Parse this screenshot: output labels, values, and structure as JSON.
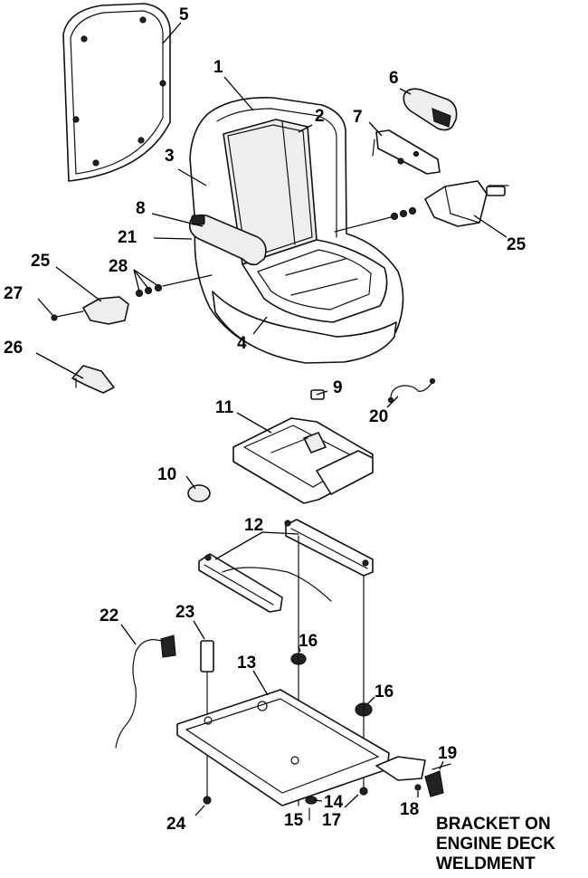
{
  "callouts": {
    "c1": "1",
    "c2": "2",
    "c3": "3",
    "c4": "4",
    "c5": "5",
    "c6": "6",
    "c7": "7",
    "c8": "8",
    "c9": "9",
    "c10": "10",
    "c11": "11",
    "c12": "12",
    "c13": "13",
    "c14": "14",
    "c15": "15",
    "c16a": "16",
    "c16b": "16",
    "c17": "17",
    "c18": "18",
    "c19": "19",
    "c20": "20",
    "c21": "21",
    "c22": "22",
    "c23": "23",
    "c24": "24",
    "c25a": "25",
    "c25b": "25",
    "c26": "26",
    "c27": "27",
    "c28": "28"
  },
  "note": {
    "line1": "BRACKET ON",
    "line2": "ENGINE DECK",
    "line3": "WELDMENT"
  }
}
